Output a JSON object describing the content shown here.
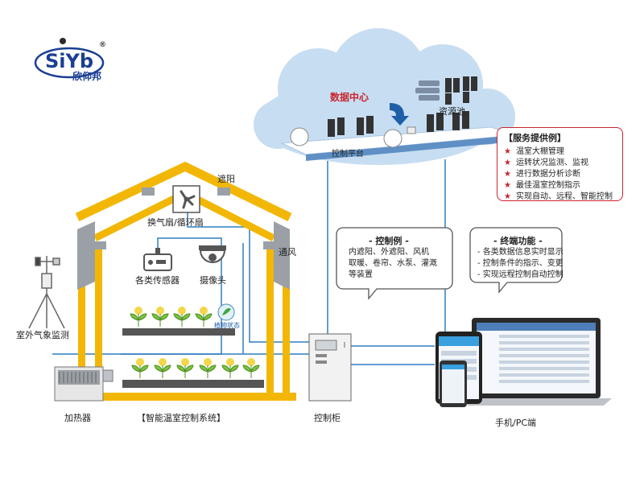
{
  "logo": {
    "mark": "SiYb",
    "registered": "®",
    "name": "欣仰邦"
  },
  "cloud": {
    "data_center": "数据中心",
    "resource_pool": "资源池",
    "control_platform": "控制平台"
  },
  "services": {
    "title": "【服务提供例】",
    "items": [
      "温室大棚管理",
      "运转状况监测、监视",
      "进行数据分析诊断",
      "最佳温室控制指示",
      "实现自动、远程、智能控制"
    ]
  },
  "control_bubble": {
    "title": "- 控制例 -",
    "lines": [
      "内遮阳、外遮阳、风机",
      "取暖、卷帘、水泵、灌溉",
      "等装置"
    ]
  },
  "terminal_bubble": {
    "title": "- 终端功能 -",
    "items": [
      "- 各类数据信息实时显示",
      "- 控制条件的指示、变更",
      "- 实现远程控制自动控制"
    ]
  },
  "labels": {
    "shade": "遮阳",
    "fan": "换气扇/循环扇",
    "ventilation": "通风",
    "sensors": "各类传感器",
    "camera": "摄像头",
    "plant_status": "植物状态",
    "weather": "室外气象监测",
    "heater": "加热器",
    "system": "【智能温室控制系统】",
    "cabinet": "控制柜",
    "terminal": "手机/PC端"
  },
  "colors": {
    "house": "#f2b705",
    "link": "#2f7fc1",
    "accent_red": "#c9252c",
    "cloud": "#c7ddf2",
    "brand": "#1b3f93"
  }
}
